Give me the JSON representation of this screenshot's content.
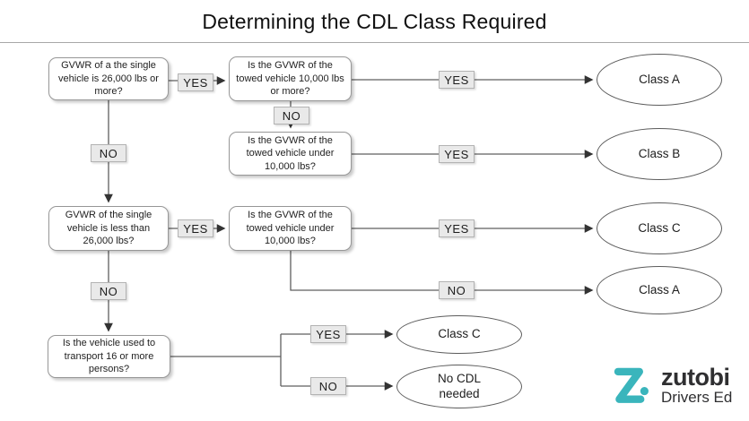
{
  "title": "Determining the CDL Class Required",
  "flowchart": {
    "boxes": {
      "q1": "GVWR of a the single vehicle is 26,000 lbs or more?",
      "q2": "Is the GVWR of the towed vehicle 10,000 lbs or more?",
      "q3": "Is the GVWR of the towed vehicle under 10,000 lbs?",
      "q4": "GVWR of the single vehicle is less than 26,000 lbs?",
      "q5": "Is the GVWR of the towed vehicle under 10,000 lbs?",
      "q6": "Is the vehicle used to transport 16 or more persons?"
    },
    "labels": {
      "yes": "YES",
      "no": "NO"
    },
    "outcomes": {
      "class_a_top": "Class A",
      "class_b": "Class B",
      "class_c_right": "Class C",
      "class_a_mid": "Class A",
      "class_c_bottom": "Class C",
      "no_cdl": "No CDL needed"
    }
  },
  "logo": {
    "brand": "zutobi",
    "tagline": "Drivers Ed",
    "accent_color": "#3ab5bc",
    "text_color": "#2f2f31"
  },
  "colors": {
    "label_fill": "#e9e9e9",
    "label_border": "#b3b3b3",
    "box_border": "#979797",
    "connector": "#5f5f5f"
  }
}
